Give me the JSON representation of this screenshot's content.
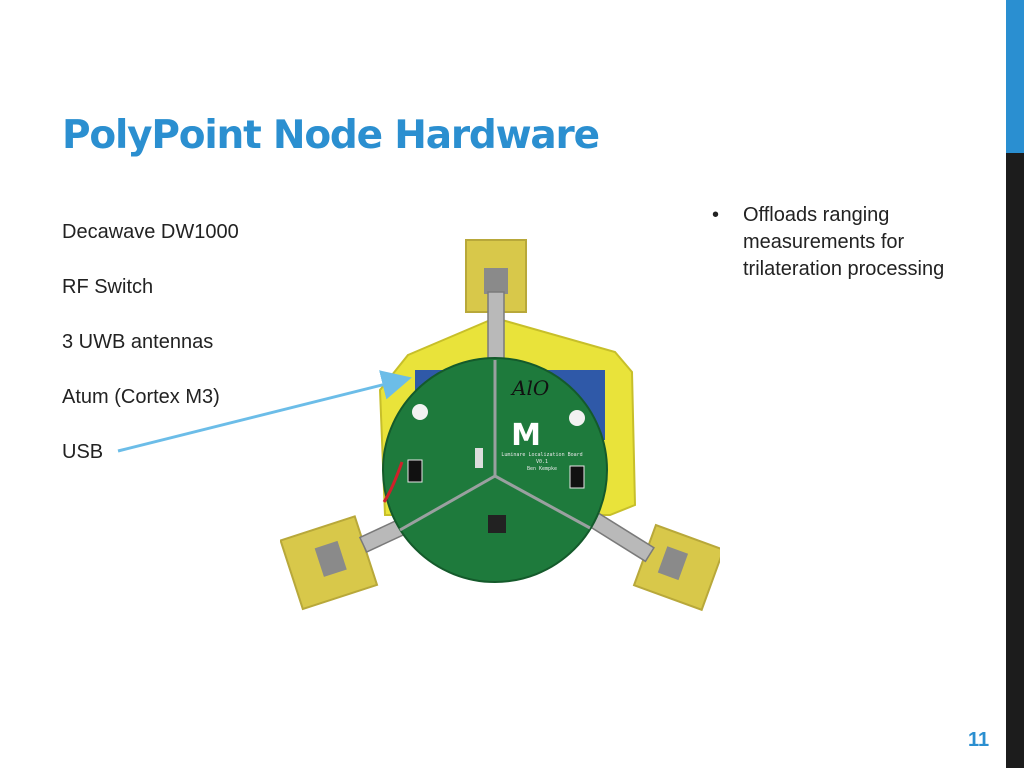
{
  "slide": {
    "title": "PolyPoint Node Hardware",
    "items": [
      "Decawave DW1000",
      "RF Switch",
      "3 UWB antennas",
      "Atum (Cortex M3)",
      "USB"
    ],
    "bullets": [
      {
        "symbol": "•",
        "text": "Offloads ranging measurements for trilateration processing"
      }
    ],
    "page_number": "11"
  },
  "board_photo": {
    "labels": [
      "AlO",
      "M",
      "Luminare Localization Board",
      "V0.1",
      "Ben Kempke"
    ]
  },
  "colors": {
    "title": "#2b8fd0",
    "accent_blue": "#2a8fd1",
    "accent_dark": "#1c1c1c",
    "arrow": "#6cbde8",
    "pcb_green": "#1e7a3c",
    "enclosure_yellow": "#e9e33a",
    "antenna_gold": "#d8c84a"
  }
}
